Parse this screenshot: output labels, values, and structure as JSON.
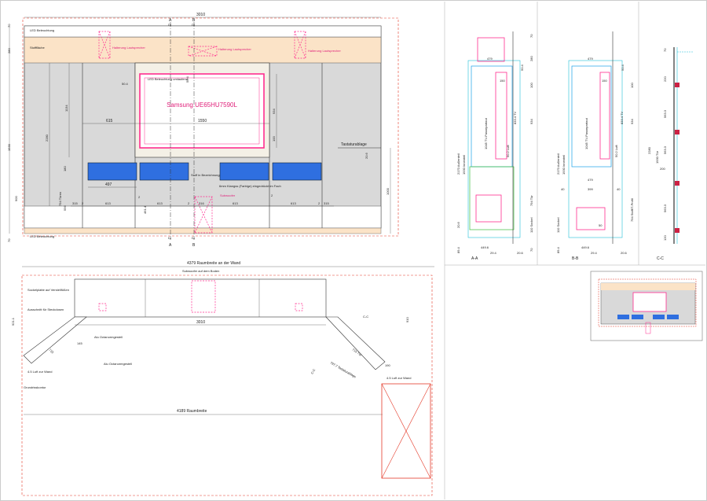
{
  "front": {
    "width_dim": "3010",
    "top_dims": [
      "70",
      "280"
    ],
    "left_dims": [
      "1930",
      "70"
    ],
    "section_a": "A",
    "section_b": "B",
    "di": "DI",
    "led_top": "LED Beleuchtung",
    "led_bottom": "LED Beleuchtung",
    "stoff": "Stofffläche",
    "led_tv": "LED Beleuchtung umlaufend",
    "tv_model": "Samsung UE65HU7590L",
    "dim_504a": "50.4",
    "dim_504b": "50.4",
    "dim_615": "615",
    "dim_1550": "1550",
    "dim_934": "934",
    "dim_100": "100",
    "dim_1134": "1134",
    "dim_2280": "2280",
    "dim_180": "180",
    "dim_900": "900",
    "dim_556": "556",
    "turen": "794 Türen",
    "dim_497": "497",
    "tastatur": "Tastaturablage",
    "dim_206": "20.6",
    "dim_1000": "1000",
    "stoff_farbe": "Stoff in Bezeichnung",
    "klang": "6mm Klangss (Farbige) eingedrückt im Fach",
    "sub": "Subwoofer",
    "bottom_dims": [
      "315",
      "2",
      "613",
      "2",
      "461.4",
      "613",
      "2",
      "316",
      "613",
      "2",
      "613",
      "2",
      "315"
    ],
    "pink_label": "Halterung Lautsprecher"
  },
  "plan": {
    "room_width": "4379 Raumbreite an der Wand",
    "subwoofer": "Subwoofer auf dem Boden",
    "sockel": "Sockelplatte auf Verstellfüßen",
    "ausschnitt": "Ausschnitt für Steckdosen",
    "alu1": "Alu Octanormgestell",
    "alu2": "Alu Octanormgestell",
    "dim_3010": "3010",
    "dim_9211": "921.1",
    "dim_910": "910",
    "dim_715": "715",
    "dim_145": "145",
    "dim_715b": "715 Tür",
    "tasta": "797.7 Tastaturablage",
    "luft1": "4.5 Luft zur Wand",
    "luft2": "4.5 Luft zur Wand",
    "dim_190": "190",
    "grundriss": "Grundrisskontur",
    "room_width2": "4189 Raumbreite",
    "cc": "C-C"
  },
  "sec_a": {
    "label": "A-A",
    "dim_479": "479",
    "dim_150": "150",
    "tv_pass": "1045 TV-Passepartout",
    "dim_8334": "833.4 TV",
    "dim_502": "50.2 Luft",
    "dim_934": "934",
    "dim_100": "100",
    "dim_504": "50.4",
    "dim_280": "280",
    "dim_70": "70",
    "aussen": "2170 Außenteil",
    "innen": "1930 Innenteil",
    "tur": "794 Tür",
    "sockel": "110 Sockel",
    "dim_206": "20.6",
    "dim_894": "89.4",
    "dim_4496": "449.6",
    "dim_294": "29.4",
    "dim_206b": "20.6",
    "dim_70b": "70"
  },
  "sec_b": {
    "label": "B-B",
    "dim_479": "479",
    "dim_479b": "479",
    "dim_399": "399",
    "dim_40a": "40",
    "dim_40b": "40",
    "tv_pass": "1045 TV-Passepartout",
    "dim_8334": "833.4 TV",
    "dim_502": "50.2 Luft",
    "dim_934": "934",
    "dim_100": "100",
    "dim_150": "150",
    "dim_504": "50.4",
    "aussen": "2170 Außenteil",
    "innen": "1930 Innenteil",
    "stoff": "794 Stoff/T-Profil",
    "sockel": "110 Sockel",
    "dim_50": "50",
    "dim_894": "89.4",
    "dim_4496": "449.6",
    "dim_294": "29.4",
    "dim_206": "20.6"
  },
  "sec_c": {
    "label": "C-C",
    "dim_2280": "2280",
    "dim_1930": "1930 Tür",
    "dim_5633a": "563.3",
    "dim_5633b": "563.3",
    "dim_5633c": "563.3",
    "dim_200": "200",
    "dim_120": "120",
    "dim_70": "70",
    "dim_2202": "220"
  }
}
